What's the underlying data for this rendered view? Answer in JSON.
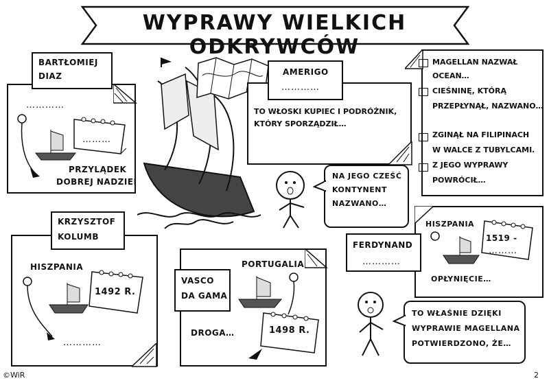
{
  "title": "WYPRAWY WIELKICH ODKRYWCÓW",
  "diaz": {
    "name_line1": "BARTŁOMIEJ",
    "name_line2": "DIAZ",
    "blank": "…………",
    "cal_blank": "………",
    "cape_line1": "PRZYLĄDEK",
    "cape_line2": "DOBREJ NADZIEI"
  },
  "amerigo": {
    "name": "AMERIGO",
    "blank": "…………",
    "desc_line1": "TO WŁOSKI KUPIEC I PODRÓŻNIK,",
    "desc_line2": "KTÓRY SPORZĄDZIŁ…",
    "bubble_line1": "NA JEGO CZEŚĆ",
    "bubble_line2": "KONTYNENT",
    "bubble_line3": "NAZWANO…"
  },
  "magellan_facts": {
    "f1_line1": "MAGELLAN NAZWAŁ",
    "f1_line2": "OCEAN…",
    "f2_line1": "CIEŚNINĘ, KTÓRĄ",
    "f2_line2": "PRZEPŁYNĄŁ, NAZWANO…",
    "f3_line1": "ZGINĄŁ NA FILIPINACH",
    "f3_line2": "W WALCE Z TUBYLCAMI.",
    "f4_line1": "Z JEGO WYPRAWY",
    "f4_line2": "POWRÓCIŁ…"
  },
  "kolumb": {
    "name_line1": "KRZYSZTOF",
    "name_line2": "KOLUMB",
    "country": "HISZPANIA",
    "year": "1492 R.",
    "blank": "…………"
  },
  "gama": {
    "name_line1": "VASCO",
    "name_line2": "DA GAMA",
    "country": "PORTUGALIA",
    "route": "DROGA…",
    "year": "1498 R."
  },
  "ferdynand": {
    "name": "FERDYNAND",
    "blank": "…………",
    "country": "HISZPANIA",
    "year": "1519 -",
    "year_blank": "………",
    "circum": "OPŁYNIĘCIE…",
    "bubble_line1": "TO WŁAŚNIE DZIĘKI",
    "bubble_line2": "WYPRAWIE MAGELLANA",
    "bubble_line3": "POTWIERDZONO, ŻE…"
  },
  "footer": {
    "copyright": "©WiR",
    "page": "2"
  }
}
